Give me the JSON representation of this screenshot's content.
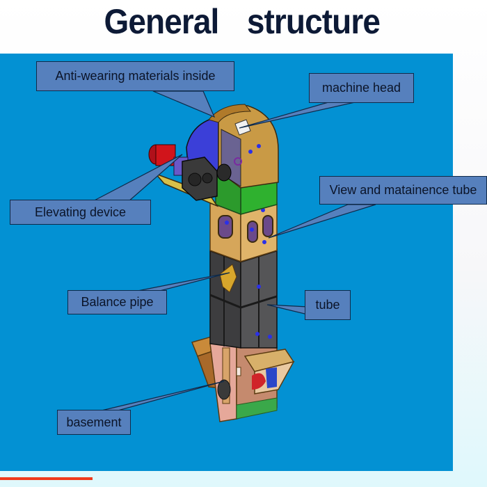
{
  "slide": {
    "title_word1": "General",
    "title_word2": "structure"
  },
  "colors": {
    "panel_background": "#0391d3",
    "callout_fill": "#5680bd",
    "callout_border": "#0e2a4a",
    "title_color": "#0d1a36",
    "accent_underline": "#ef3a1c",
    "machine_casing": "#c99a45",
    "machine_green": "#2fb12f",
    "machine_tube": "#4a4a4a",
    "motor_red": "#d1141b",
    "head_blue": "#3b3fd8"
  },
  "callouts": [
    {
      "id": "anti-wearing",
      "label": "Anti-wearing materials inside"
    },
    {
      "id": "machine-head",
      "label": "machine head"
    },
    {
      "id": "elevating-device",
      "label": "Elevating device"
    },
    {
      "id": "view-maintenance-tube",
      "label": "View and matainence tube"
    },
    {
      "id": "balance-pipe",
      "label": "Balance pipe"
    },
    {
      "id": "tube",
      "label": "tube"
    },
    {
      "id": "basement",
      "label": "basement"
    }
  ]
}
